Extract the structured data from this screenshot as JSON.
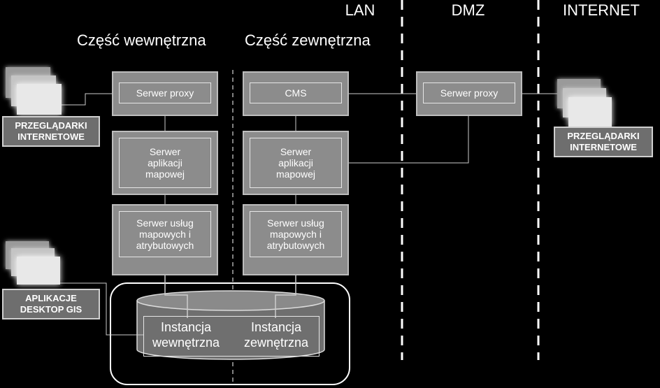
{
  "zones": {
    "lan": "LAN",
    "dmz": "DMZ",
    "internet": "INTERNET"
  },
  "parts": {
    "internal": "Część wewnętrzna",
    "external": "Część zewnętrzna"
  },
  "internal": {
    "proxy": "Serwer proxy",
    "app_server": "Serwer\naplikacji\nmapowej",
    "services": "Serwer usług\nmapowych i\natrybutowych"
  },
  "external": {
    "cms": "CMS",
    "app_server": "Serwer\naplikacji\nmapowej",
    "services": "Serwer usług\nmapowych i\natrybutowych"
  },
  "dmz": {
    "proxy": "Serwer proxy"
  },
  "clients": {
    "browsers_left": "PRZEGLĄDARKI\nINTERNETOWE",
    "desktop_gis": "APLIKACJE\nDESKTOP GIS",
    "browsers_right": "PRZEGLĄDARKI\nINTERNETOWE"
  },
  "database": {
    "internal_instance": "Instancja\nwewnętrzna",
    "external_instance": "Instancja\nzewnętrzna"
  }
}
